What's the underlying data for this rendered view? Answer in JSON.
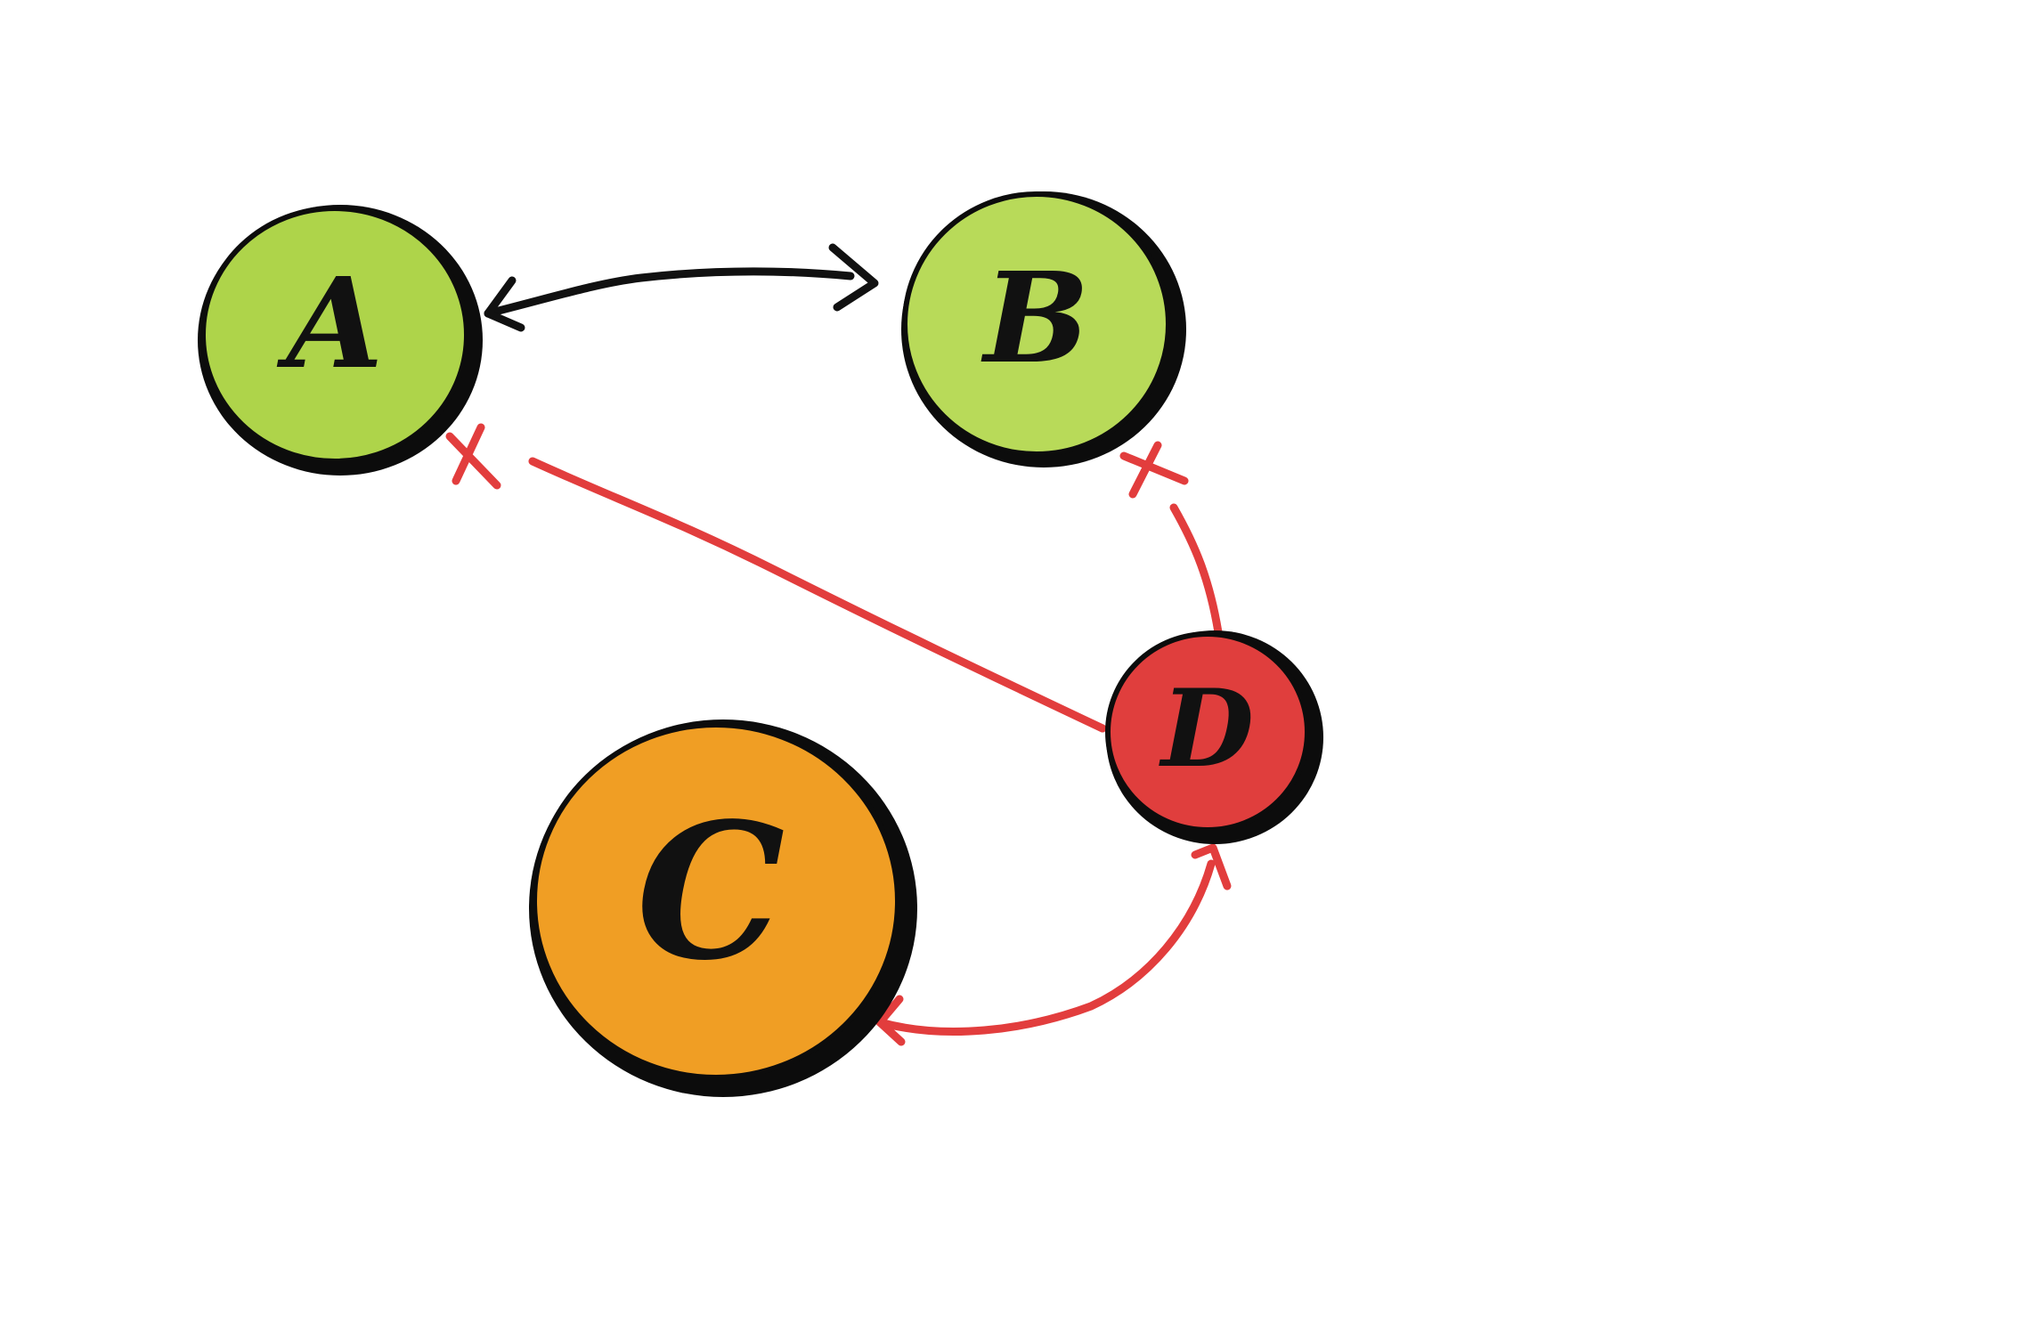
{
  "diagram": {
    "nodes": [
      {
        "id": "A",
        "label": "A",
        "fill": "#aed44a"
      },
      {
        "id": "B",
        "label": "B",
        "fill": "#b8da59"
      },
      {
        "id": "C",
        "label": "C",
        "fill": "#f09e24"
      },
      {
        "id": "D",
        "label": "D",
        "fill": "#e03e3d"
      }
    ],
    "edges": [
      {
        "from": "A",
        "to": "B",
        "style": "bidirectional-arrow",
        "color": "#111111"
      },
      {
        "from": "A",
        "to": "D",
        "style": "blocked",
        "color": "#e23d3d"
      },
      {
        "from": "B",
        "to": "D",
        "style": "blocked",
        "color": "#e23d3d"
      },
      {
        "from": "C",
        "to": "D",
        "style": "bidirectional-arrow",
        "color": "#e23d3d"
      }
    ],
    "colors": {
      "outline": "#0c0c0c",
      "black_edge": "#111111",
      "red_edge": "#e23d3d"
    }
  }
}
